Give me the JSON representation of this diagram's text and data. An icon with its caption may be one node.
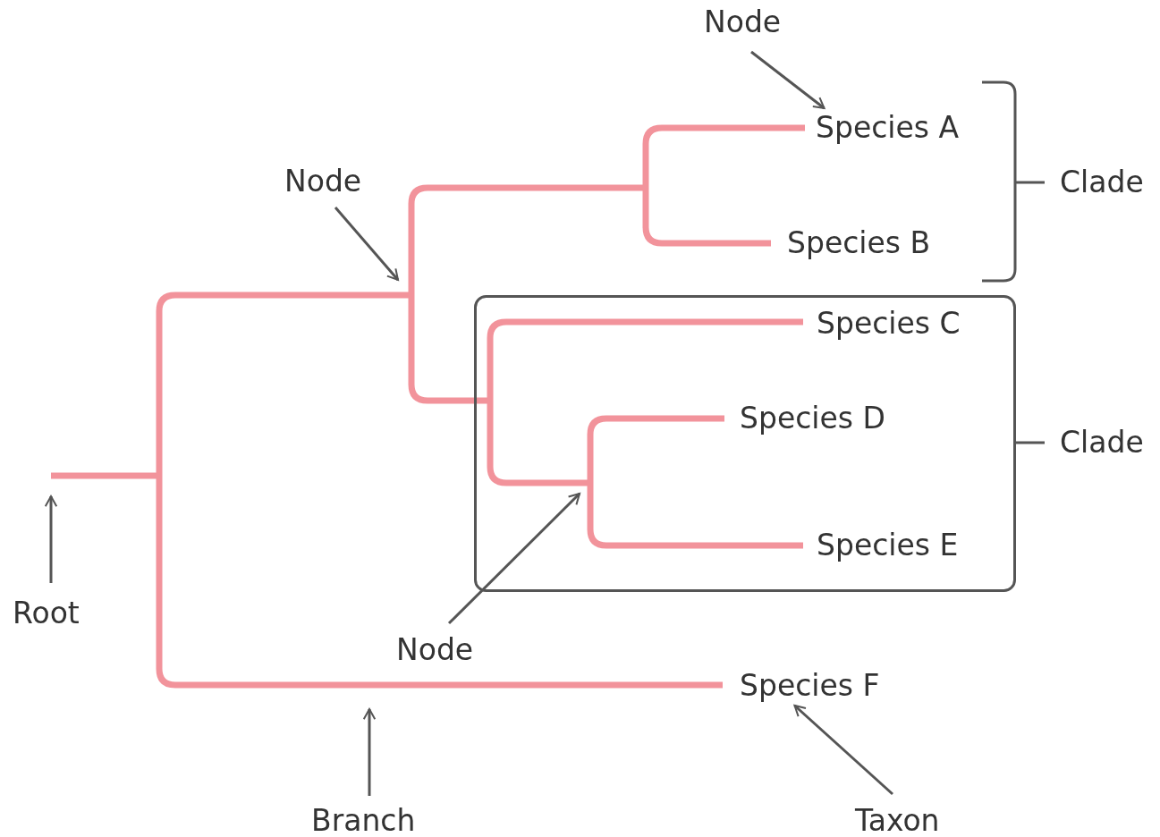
{
  "diagram": {
    "nodes": [
      {
        "text": [
          "Node"
        ]
      },
      {
        "text": [
          "Species A"
        ]
      },
      {
        "text": [
          "Node"
        ]
      },
      {
        "text": [
          "Species B"
        ]
      },
      {
        "text": [
          "Clade"
        ]
      },
      {
        "text": [
          "Species C"
        ],
        "in": 4
      },
      {
        "text": [
          "Species D"
        ],
        "in": 4
      },
      {
        "text": [
          "Species E"
        ],
        "in": 4
      },
      {
        "text": [
          "Root"
        ]
      },
      {
        "text": [
          "Node"
        ]
      },
      {
        "text": [
          "Species F"
        ]
      },
      {
        "text": [
          "Branch"
        ]
      },
      {
        "text": [
          "Taxon"
        ]
      }
    ],
    "edges": [
      {
        "from": 0,
        "to": 1,
        "arrow": "to"
      },
      {
        "from": 2,
        "to": null,
        "arrow": "to"
      },
      {
        "from": 8,
        "to": null,
        "arrow": "to"
      },
      {
        "from": 9,
        "to": null,
        "arrow": "to"
      },
      {
        "from": 11,
        "to": null,
        "arrow": "to"
      },
      {
        "from": 12,
        "to": 10,
        "arrow": "to"
      }
    ],
    "labels": [
      "Clade"
    ]
  }
}
